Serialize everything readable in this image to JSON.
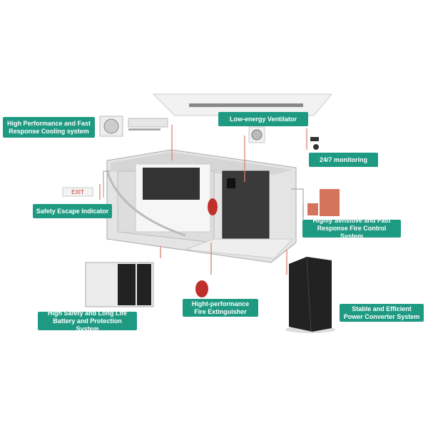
{
  "labels": {
    "cooling": "High Performance and Fast Response Cooling system",
    "ventilator": "Low-energy Ventilator",
    "monitoring": "24/7 monitoring",
    "escape": "Safety Escape Indicator",
    "fire_control": "Highly Sensitive and Fast Response Fire Control System",
    "battery": "High Safety and Long Life Battery and Protection System",
    "extinguisher": "Hight-performance Fire Extinguisher",
    "pcs": "Stable and Efficient Power Converter System"
  },
  "exit_sign": "EXIT",
  "colors": {
    "label_bg": "#1f9a82",
    "leader_line": "#d9826e",
    "cabinet": "#2a2a2a"
  }
}
